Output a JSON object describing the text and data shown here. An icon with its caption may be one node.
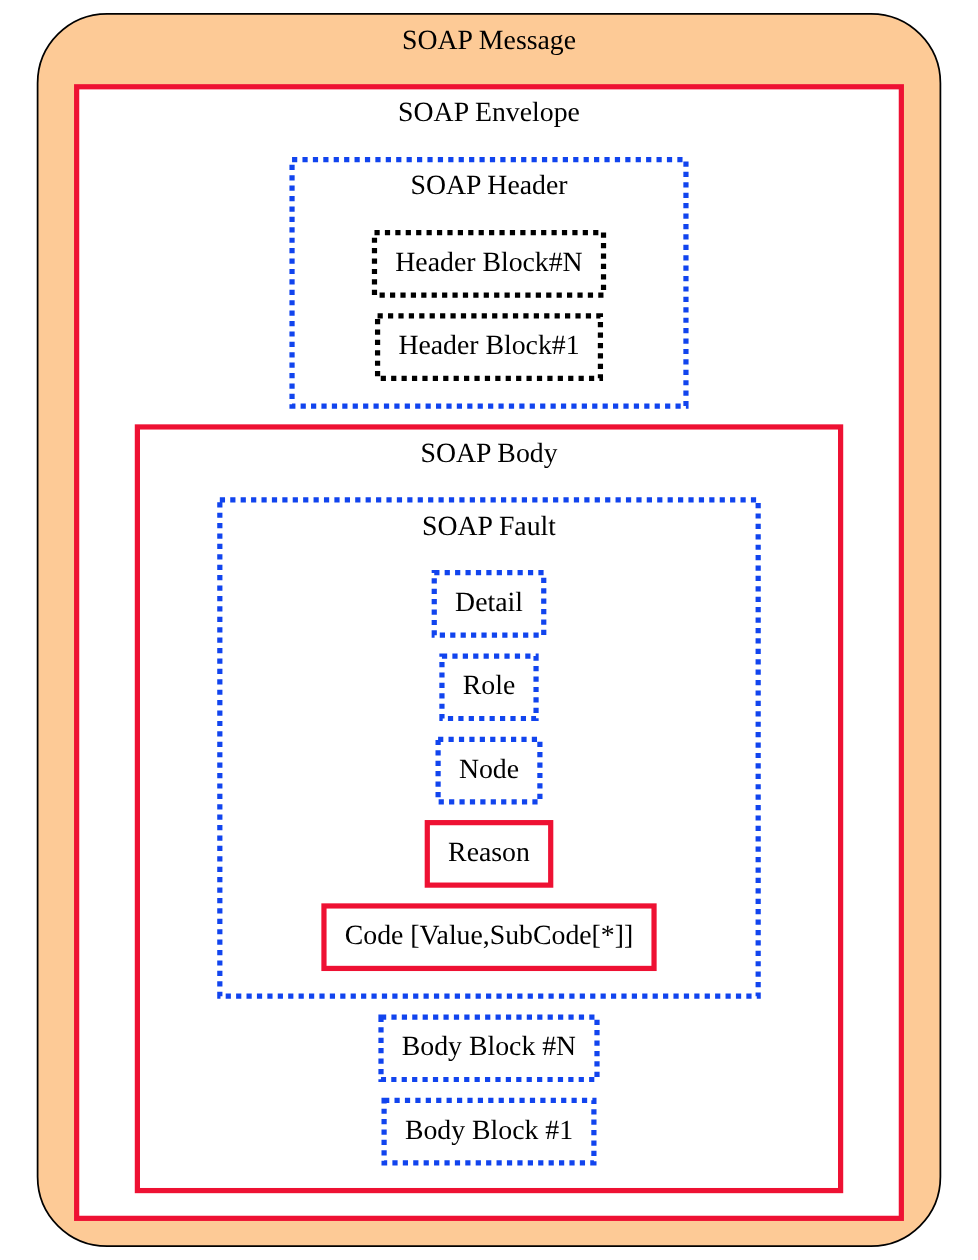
{
  "diagram": {
    "nodes": [
      {
        "text": [
          "SOAP Message"
        ]
      },
      {
        "text": [
          "SOAP Envelope"
        ],
        "in": 0
      },
      {
        "text": [
          "SOAP Header"
        ],
        "in": 1
      },
      {
        "text": [
          "Header Block#1"
        ],
        "in": 2
      },
      {
        "text": [
          "Header Block#N"
        ],
        "in": 2
      },
      {
        "text": [
          "SOAP Body"
        ],
        "in": 1
      },
      {
        "text": [
          "Body Block #1"
        ],
        "in": 5
      },
      {
        "text": [
          "Body Block #N"
        ],
        "in": 5
      },
      {
        "text": [
          "SOAP Fault"
        ],
        "in": 5
      },
      {
        "text": [
          "Code [Value,SubCode[*]]"
        ],
        "in": 8
      },
      {
        "text": [
          "Reason"
        ],
        "in": 8
      },
      {
        "text": [
          "Node"
        ],
        "in": 8
      },
      {
        "text": [
          "Role"
        ],
        "in": 8
      },
      {
        "text": [
          "Detail"
        ],
        "in": 8
      }
    ]
  }
}
